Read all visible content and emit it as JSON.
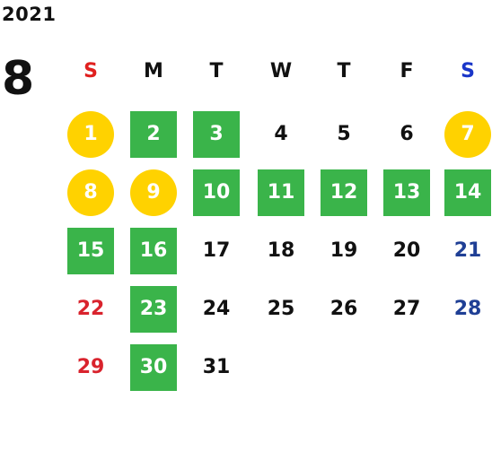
{
  "calendar": {
    "year": "2021",
    "month": "8",
    "weekday_headers": [
      "S",
      "M",
      "T",
      "W",
      "T",
      "F",
      "S"
    ],
    "colors": {
      "green_highlight": "#3ab44a",
      "yellow_highlight": "#ffd200",
      "sunday": "#d9232d",
      "saturday": "#1f3f95",
      "text": "#111111"
    },
    "weeks": [
      [
        {
          "day": "1",
          "style": "yellow"
        },
        {
          "day": "2",
          "style": "green"
        },
        {
          "day": "3",
          "style": "green"
        },
        {
          "day": "4",
          "style": "plain"
        },
        {
          "day": "5",
          "style": "plain"
        },
        {
          "day": "6",
          "style": "plain"
        },
        {
          "day": "7",
          "style": "yellow"
        }
      ],
      [
        {
          "day": "8",
          "style": "yellow"
        },
        {
          "day": "9",
          "style": "yellow"
        },
        {
          "day": "10",
          "style": "green"
        },
        {
          "day": "11",
          "style": "green"
        },
        {
          "day": "12",
          "style": "green"
        },
        {
          "day": "13",
          "style": "green"
        },
        {
          "day": "14",
          "style": "green"
        }
      ],
      [
        {
          "day": "15",
          "style": "green"
        },
        {
          "day": "16",
          "style": "green"
        },
        {
          "day": "17",
          "style": "plain"
        },
        {
          "day": "18",
          "style": "plain"
        },
        {
          "day": "19",
          "style": "plain"
        },
        {
          "day": "20",
          "style": "plain"
        },
        {
          "day": "21",
          "style": "plain"
        }
      ],
      [
        {
          "day": "22",
          "style": "plain"
        },
        {
          "day": "23",
          "style": "green"
        },
        {
          "day": "24",
          "style": "plain"
        },
        {
          "day": "25",
          "style": "plain"
        },
        {
          "day": "26",
          "style": "plain"
        },
        {
          "day": "27",
          "style": "plain"
        },
        {
          "day": "28",
          "style": "plain"
        }
      ],
      [
        {
          "day": "29",
          "style": "plain"
        },
        {
          "day": "30",
          "style": "green"
        },
        {
          "day": "31",
          "style": "plain"
        },
        null,
        null,
        null,
        null
      ]
    ]
  }
}
